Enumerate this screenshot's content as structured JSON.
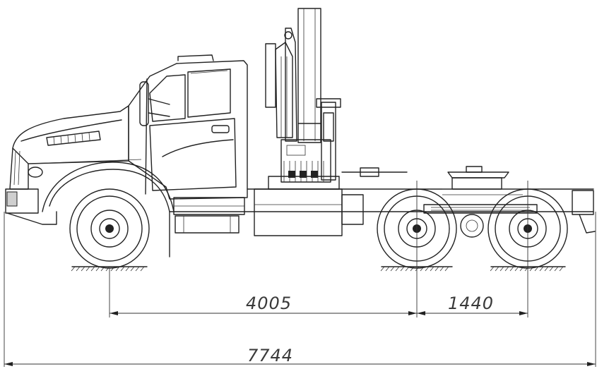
{
  "dimensions": {
    "wheelbase_front": "4005",
    "wheelbase_rear": "1440",
    "overall_length": "7744"
  },
  "colors": {
    "line": "#222222",
    "dimension_text": "#3a3a3a",
    "background": "#ffffff"
  }
}
